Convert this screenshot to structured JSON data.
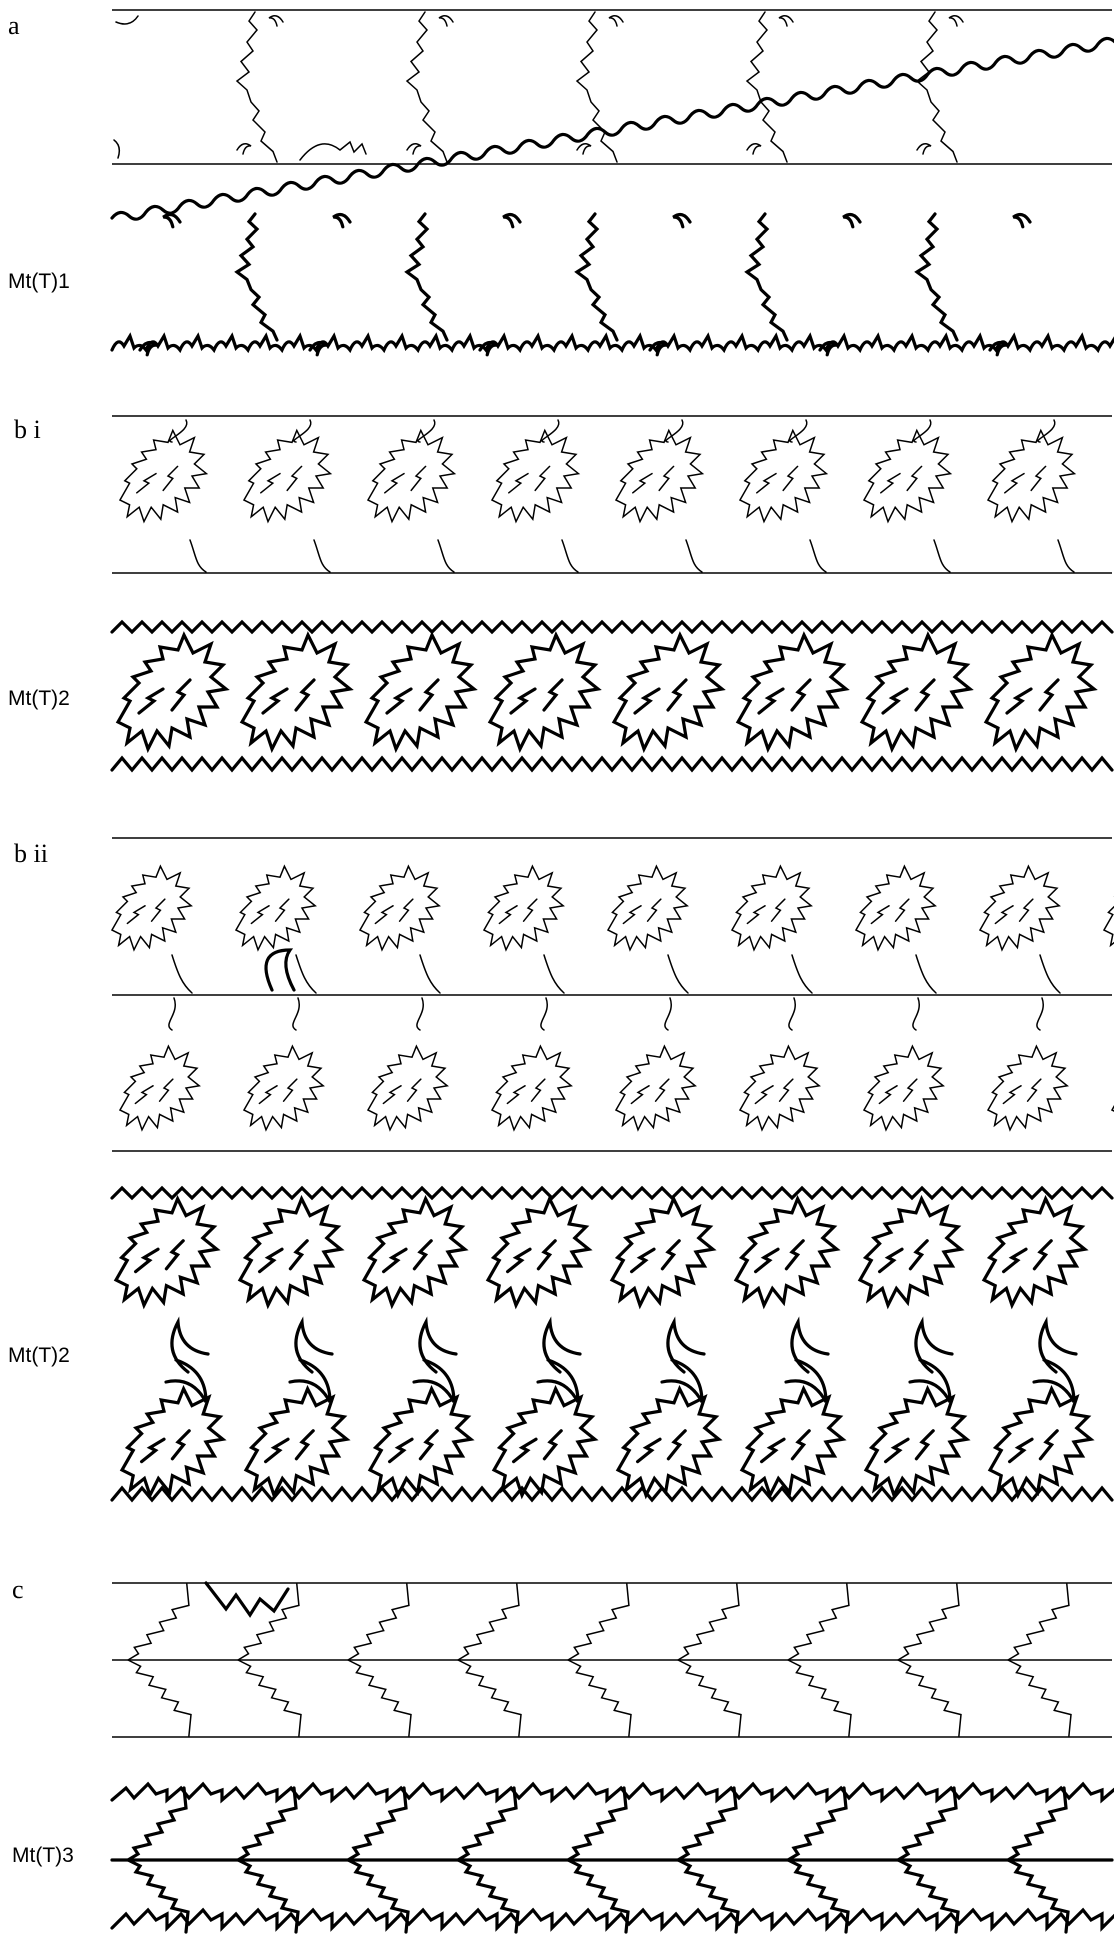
{
  "figure": {
    "panels": [
      {
        "key": "a",
        "label": "a",
        "mt_label": "Mt(T)1"
      },
      {
        "key": "bi",
        "label": "b i",
        "mt_label": "Mt(T)2"
      },
      {
        "key": "bii",
        "label": "b ii",
        "mt_label": "Mt(T)2"
      },
      {
        "key": "c",
        "label": "c",
        "mt_label": "Mt(T)3"
      }
    ]
  }
}
